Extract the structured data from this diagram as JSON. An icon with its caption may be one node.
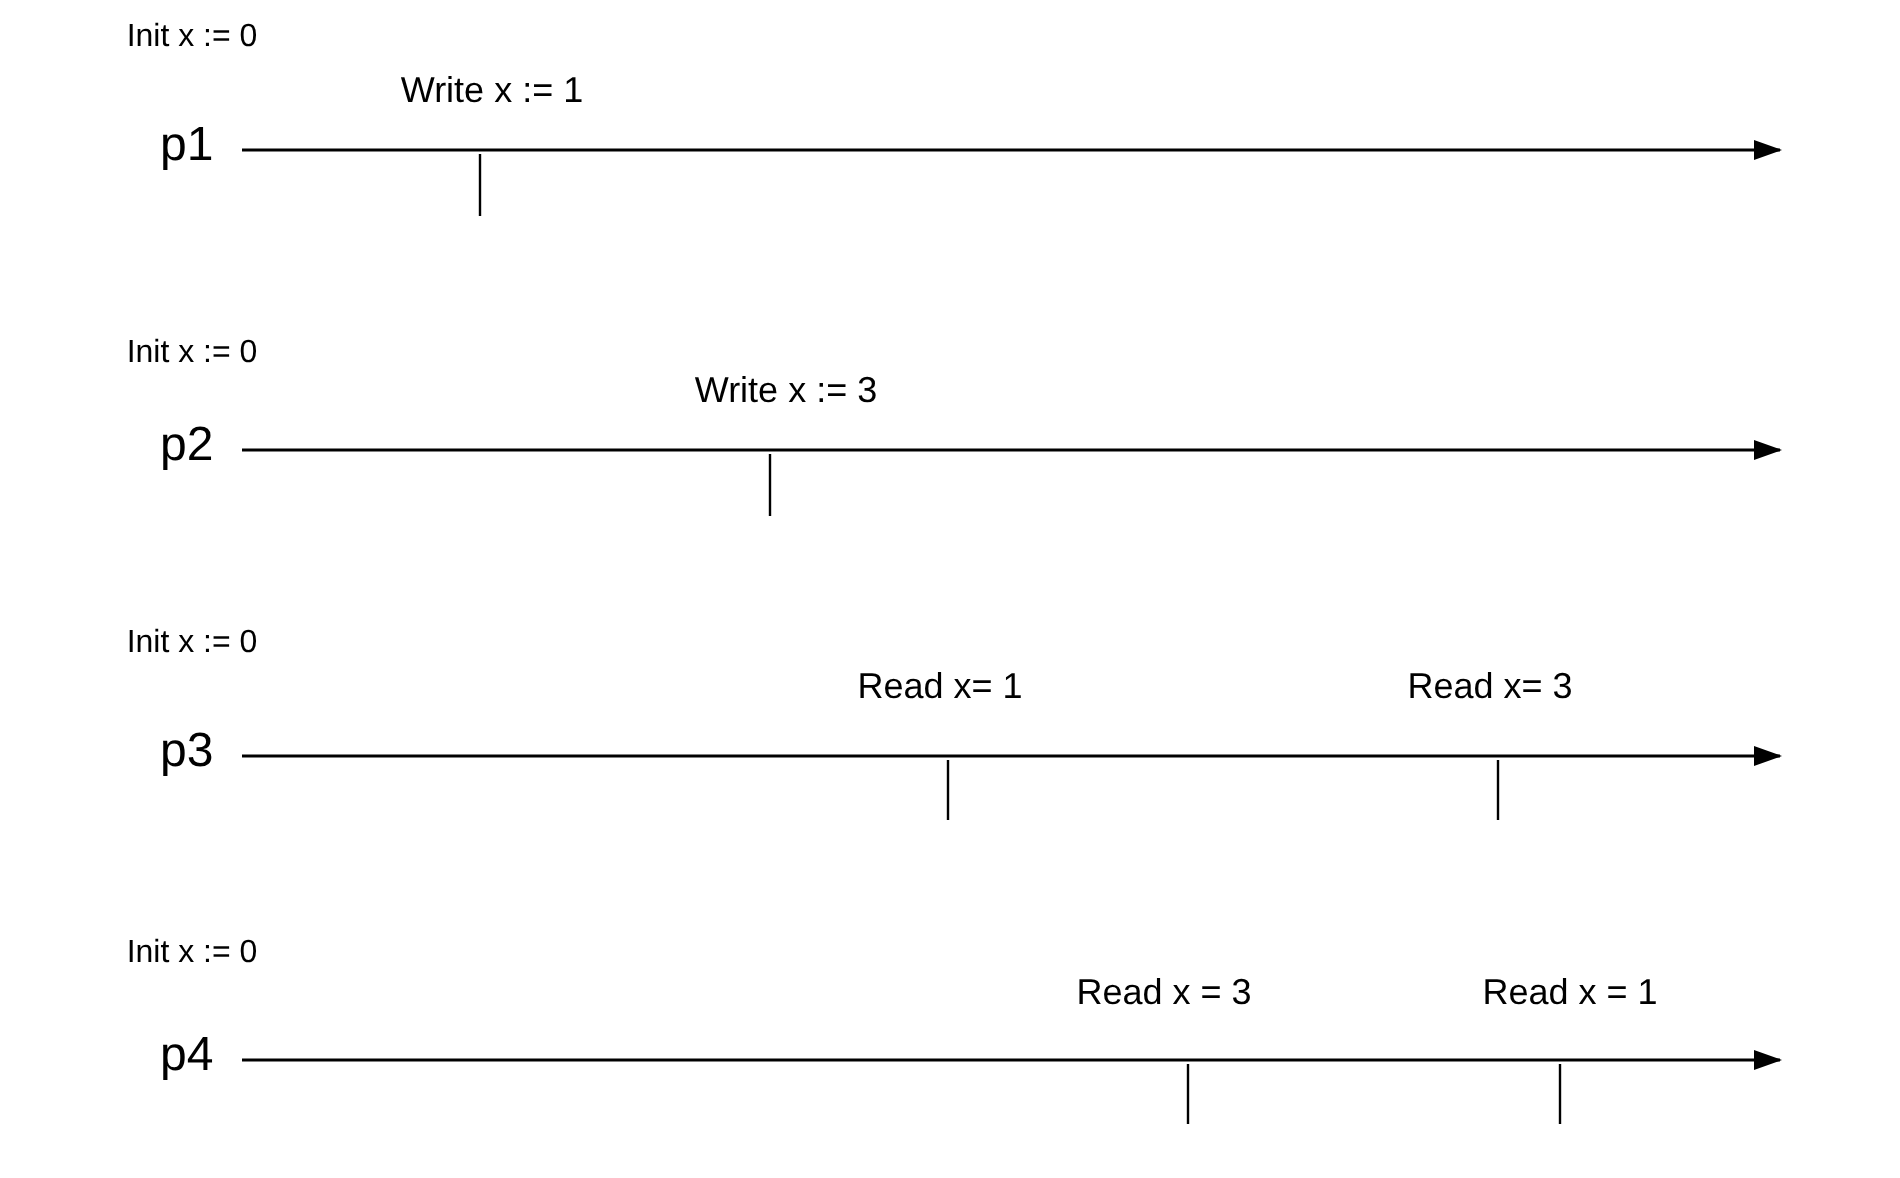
{
  "diagram": {
    "nodes": [
      {
        "text": [
          "p1"
        ]
      },
      {
        "text": [
          "p2"
        ]
      },
      {
        "text": [
          "p3"
        ]
      },
      {
        "text": [
          "p4"
        ]
      }
    ],
    "edges": [
      {
        "from": 0,
        "to": null,
        "arrow": "to"
      },
      {
        "from": 1,
        "to": null,
        "arrow": "to"
      },
      {
        "from": 2,
        "to": null,
        "arrow": "to"
      },
      {
        "from": 3,
        "to": null,
        "arrow": "to"
      }
    ],
    "labels": [
      "Init x := 0",
      "Write x := 1",
      "Init x := 0",
      "Write x := 3",
      "Init x := 0",
      "Read x= 1",
      "Read x= 3",
      "Init x := 0",
      "Read x = 3",
      "Read x = 1"
    ]
  }
}
